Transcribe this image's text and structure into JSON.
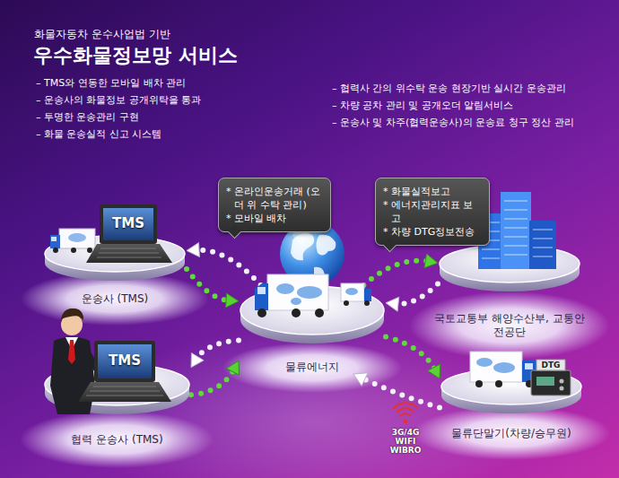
{
  "diagram": {
    "title": "우수화물정보망 서비스",
    "nodes": [
      {
        "text": [
          "* 온라인운송거래 (오더 위 수탁 관리)",
          "* 모바일 배차"
        ]
      },
      {
        "text": [
          "* 화물실적보고",
          "* 에너지관리지표 보고",
          "* 차량 DTG정보전송"
        ]
      },
      {
        "text": [
          "운송사 (TMS)"
        ]
      },
      {
        "text": [
          "국토교통부 해양수산부, 교통안전공단"
        ]
      },
      {
        "text": [
          "물류에너지"
        ]
      },
      {
        "text": [
          "협력 운송사 (TMS)"
        ]
      },
      {
        "text": [
          "물류단말기(차량/승무원)"
        ]
      }
    ],
    "edges": [
      {
        "from": 4,
        "to": 2,
        "arrow": "to"
      },
      {
        "from": 2,
        "to": 4,
        "arrow": "to"
      },
      {
        "from": 4,
        "to": 3,
        "arrow": "to"
      },
      {
        "from": 3,
        "to": 4,
        "arrow": "to"
      },
      {
        "from": 4,
        "to": 5,
        "arrow": "to"
      },
      {
        "from": 5,
        "to": 4,
        "arrow": "to"
      },
      {
        "from": 4,
        "to": 6,
        "arrow": "to"
      },
      {
        "from": 6,
        "to": 4,
        "arrow": "to"
      }
    ],
    "labels": [
      "화물자동차 운수사업법 기반",
      "– TMS와 연동한 모바일 배차 관리",
      "– 운송사의 화물정보 공개위탁을 통과",
      "– 투명한 운송관리 구현",
      "– 화물 운송실적 신고 시스템",
      "– 협력사 간의 위수탁 운송 현장기반 실시간 운송관리",
      "– 차량 공차 관리 및 공개오더 알림서비스",
      "– 운송사 및 차주(협력운송사)의 운송료 청구 정산 관리",
      "TMS",
      "TMS",
      "DTG",
      "3G/4G WIFI WIBRO"
    ]
  }
}
